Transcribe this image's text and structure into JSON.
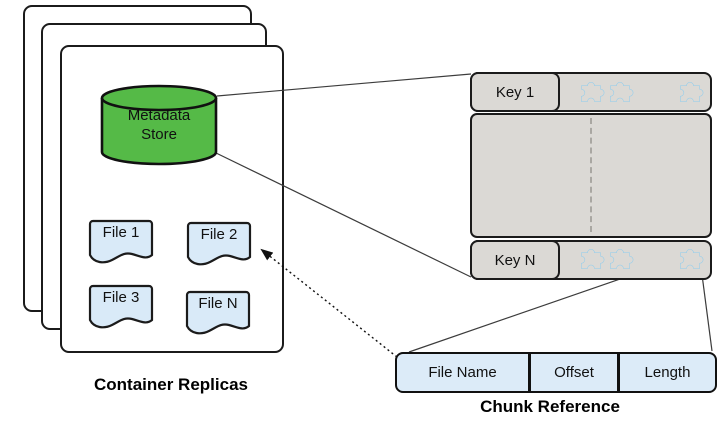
{
  "container": {
    "label": "Container Replicas",
    "metadata_store": {
      "line1": "Metadata",
      "line2": "Store"
    },
    "files": [
      {
        "label": "File 1"
      },
      {
        "label": "File 2"
      },
      {
        "label": "File 3"
      },
      {
        "label": "File N"
      }
    ]
  },
  "key_value_store": {
    "rows": [
      {
        "key": "Key 1",
        "chunk_count": 3
      },
      {
        "key": "Key N",
        "chunk_count": 3
      }
    ],
    "chunk_icon": "puzzle-piece-icon",
    "ellipsis_style": "vertical-dashed-line"
  },
  "chunk_reference": {
    "label": "Chunk Reference",
    "fields": [
      {
        "label": "File Name"
      },
      {
        "label": "Offset"
      },
      {
        "label": "Length"
      }
    ]
  },
  "colors": {
    "store_fill": "#55ba47",
    "file_fill": "#d9eaf8",
    "table_fill": "#dbd9d5",
    "chunk_ref_fill": "#dcebf8",
    "puzzle_light": "#aadcf7",
    "puzzle_dark": "#1579be",
    "border": "#1b1b1b"
  }
}
